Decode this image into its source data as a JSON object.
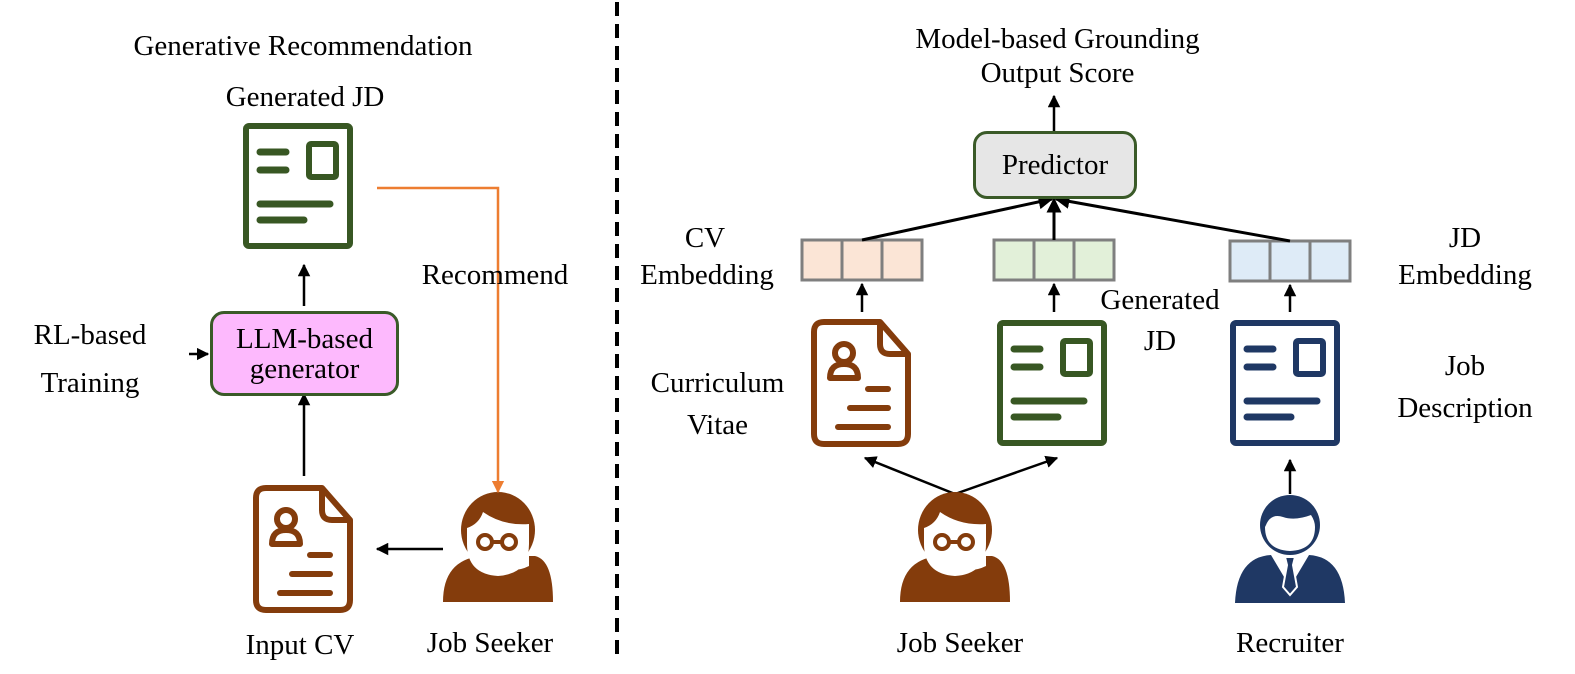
{
  "colors": {
    "cv_brown": "#843C0C",
    "gen_jd_green": "#385723",
    "jd_navy": "#1F3864",
    "recommend_orange": "#ED7D31",
    "llm_fill": "#FDB9FD",
    "predictor_fill": "#E6E6E6",
    "cv_embedding_fill": "#FBE5D6",
    "gen_embedding_fill": "#E2F0D9",
    "jd_embedding_fill": "#DEEBF7",
    "embedding_border": "#7F7F7F",
    "box_border": "#3A5A28"
  },
  "left_panel": {
    "title": "Generative Recommendation",
    "generated_jd_label": "Generated JD",
    "recommend_label": "Recommend",
    "training_label_line1": "RL-based",
    "training_label_line2": "Training",
    "generator_line1": "LLM-based",
    "generator_line2": "generator",
    "input_cv_label": "Input CV",
    "job_seeker_label": "Job Seeker"
  },
  "right_panel": {
    "title_line1": "Model-based Grounding",
    "title_line2": "Output Score",
    "predictor_label": "Predictor",
    "cv_embedding_line1": "CV",
    "cv_embedding_line2": "Embedding",
    "jd_embedding_line1": "JD",
    "jd_embedding_line2": "Embedding",
    "generated_jd_line1": "Generated",
    "generated_jd_line2": "JD",
    "curriculum_line1": "Curriculum",
    "curriculum_line2": "Vitae",
    "job_description_line1": "Job",
    "job_description_line2": "Description",
    "job_seeker_label": "Job Seeker",
    "recruiter_label": "Recruiter"
  },
  "icons": {
    "cv_document": "cv-document-icon",
    "jd_document": "jd-document-icon",
    "job_seeker": "job-seeker-person-icon",
    "recruiter": "recruiter-person-icon"
  }
}
